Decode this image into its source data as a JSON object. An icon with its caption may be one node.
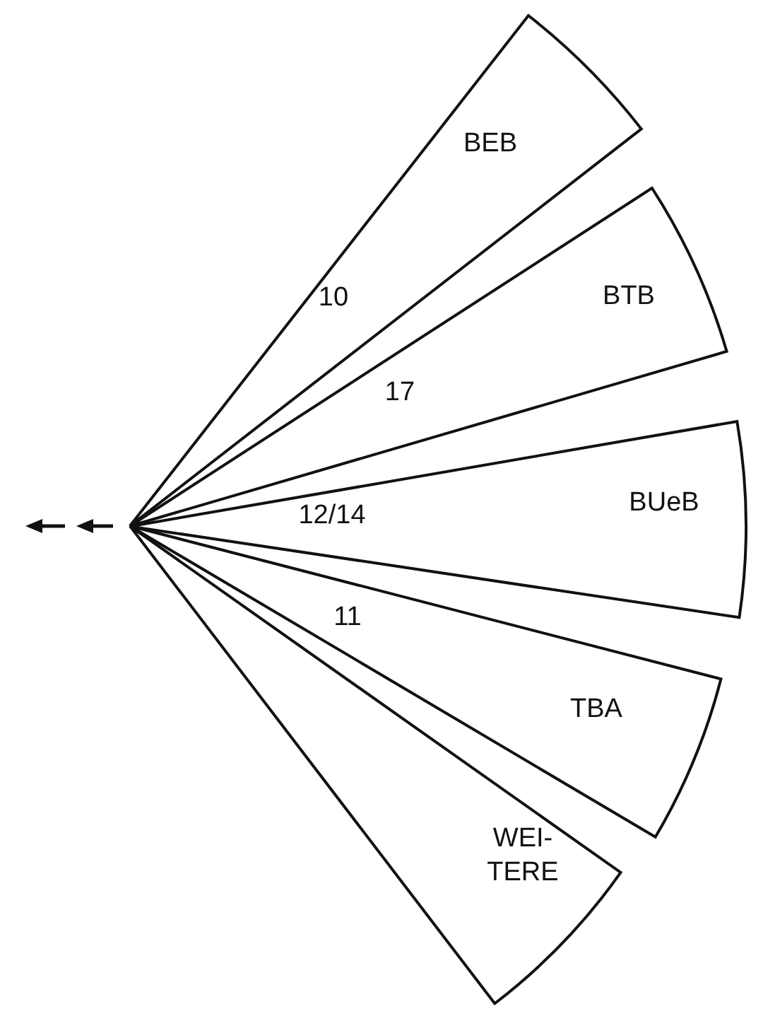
{
  "diagram": {
    "nodes": [
      {
        "text": [
          "BEB"
        ]
      },
      {
        "text": [
          "BTB"
        ]
      },
      {
        "text": [
          "BUeB"
        ]
      },
      {
        "text": [
          "TBA"
        ]
      },
      {
        "text": [
          "WEI- TERE"
        ]
      }
    ],
    "labels": [
      "10",
      "17",
      "12/14",
      "11"
    ]
  }
}
